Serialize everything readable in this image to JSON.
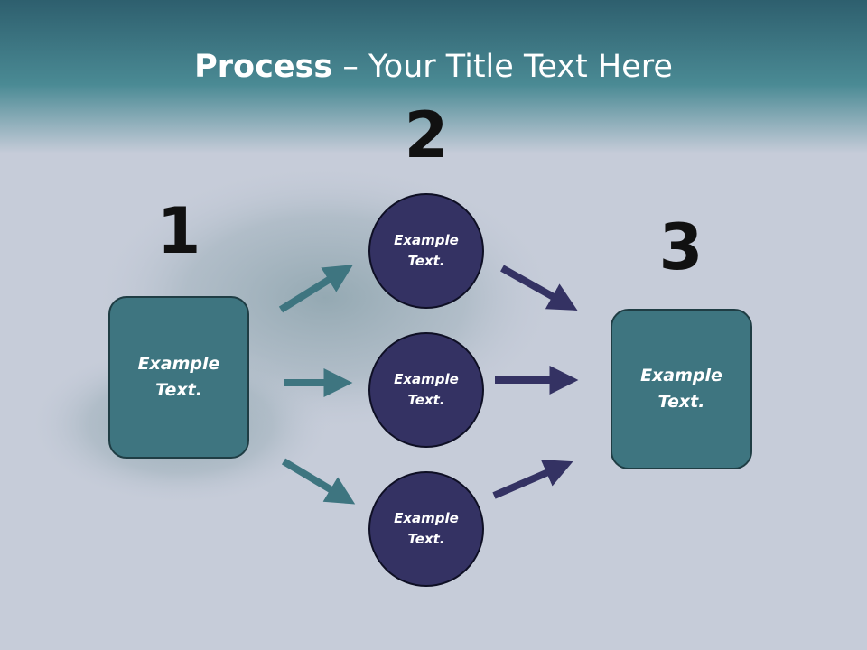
{
  "slide": {
    "title_bold": "Process",
    "title_rest": " – Your Title Text Here"
  },
  "steps": {
    "one": "1",
    "two": "2",
    "three": "3"
  },
  "boxes": {
    "left": "Example\nText.",
    "right": "Example\nText."
  },
  "circles": {
    "top": "Example\nText.",
    "middle": "Example\nText.",
    "bottom": "Example\nText."
  },
  "colors": {
    "box_fill": "#3e7580",
    "circle_fill": "#343263",
    "teal_arrow": "#3e7580",
    "navy_arrow": "#343263",
    "header_band": "#3c7c86"
  }
}
